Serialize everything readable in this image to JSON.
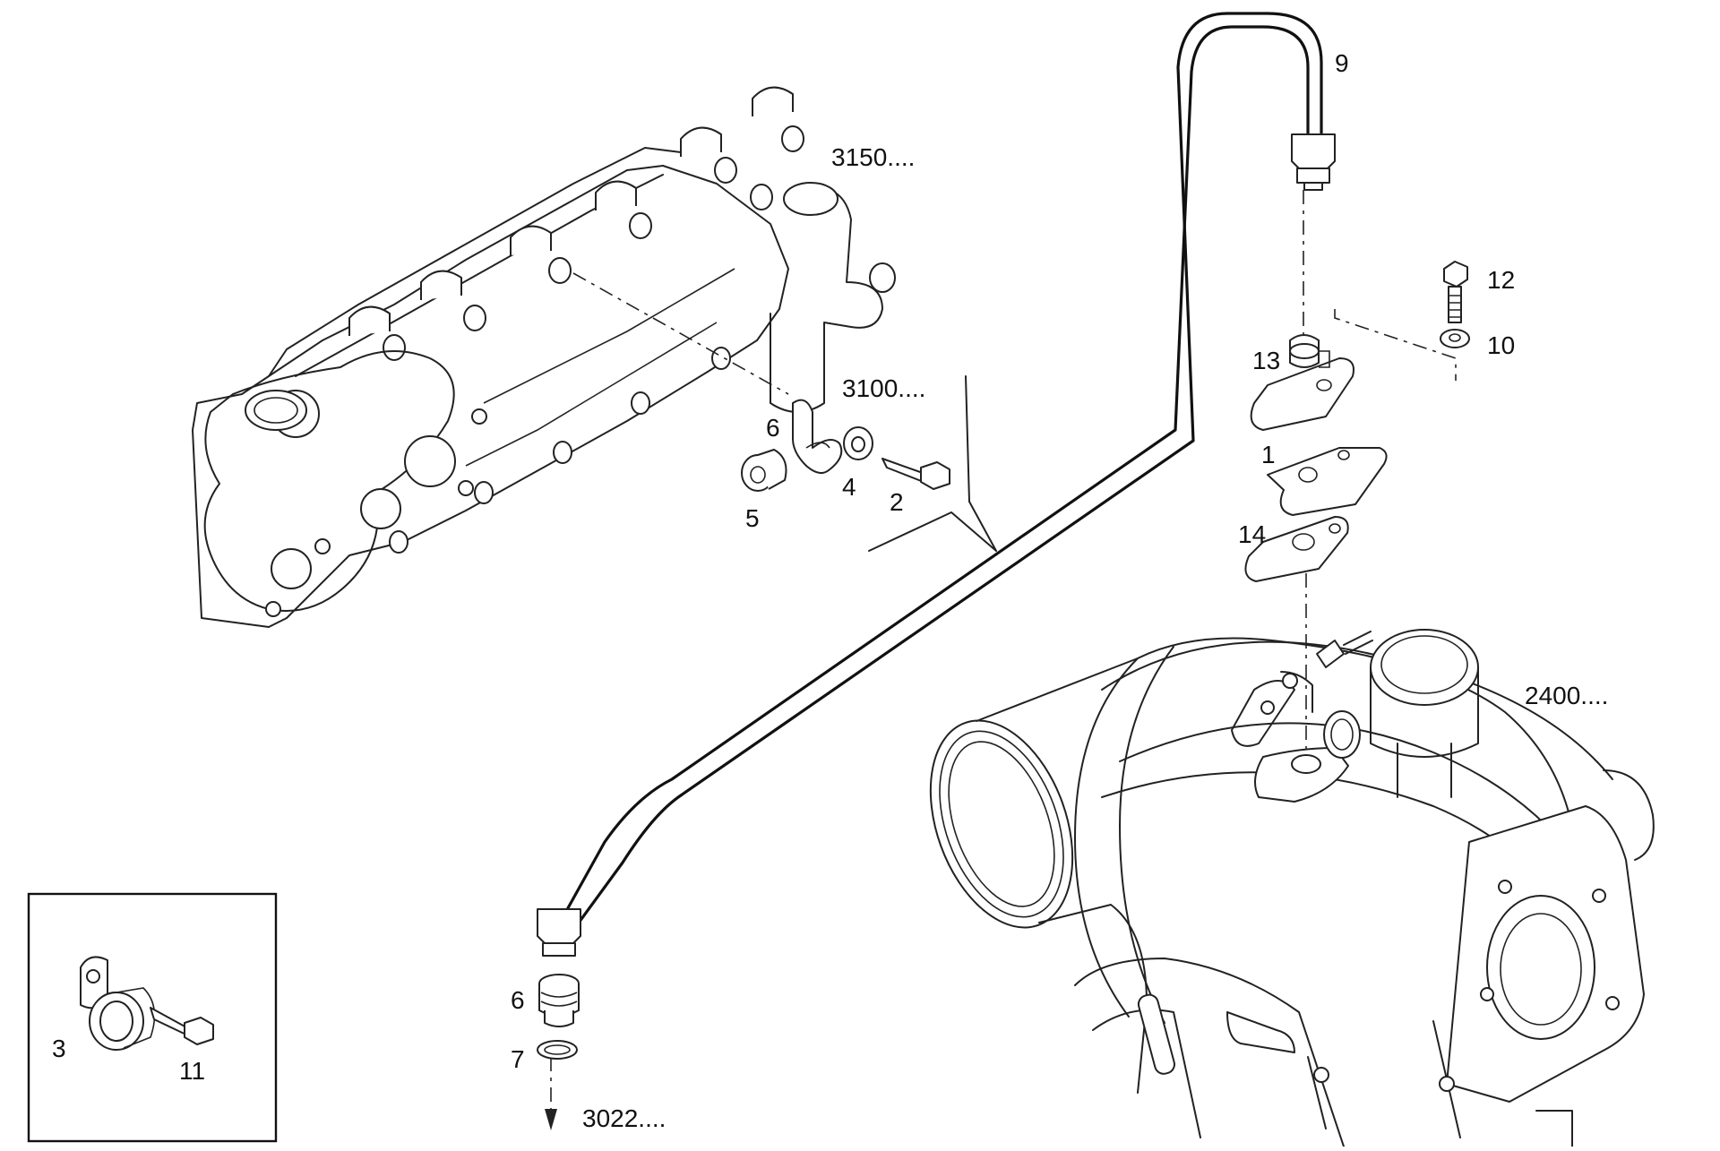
{
  "labels": {
    "ref_3150": "3150....",
    "ref_3100": "3100....",
    "ref_2400": "2400....",
    "ref_3022": "3022....",
    "part_9": "9",
    "part_12": "12",
    "part_10": "10",
    "part_13": "13",
    "part_1": "1",
    "part_14": "14",
    "part_6_upper": "6",
    "part_4": "4",
    "part_2": "2",
    "part_5": "5",
    "part_6_lower": "6",
    "part_7": "7",
    "part_3": "3",
    "part_11": "11"
  },
  "colors": {
    "line": "#222222",
    "background": "#ffffff"
  }
}
